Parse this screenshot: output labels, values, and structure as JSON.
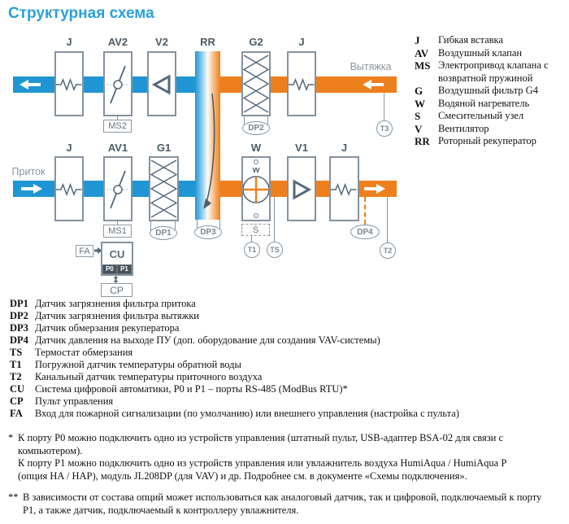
{
  "title": "Структурная схема",
  "colors": {
    "title_blue": "#2aa0da",
    "supply_duct_blue": "#1f96d3",
    "exhaust_duct_orange": "#ee7f1d",
    "box_outline_gray": "#8492a0",
    "symbol_slate": "#53687a",
    "text_black": "#111111"
  },
  "diagram": {
    "top": {
      "j_left": "J",
      "av2": "AV2",
      "v2": "V2",
      "rr": "RR",
      "g2": "G2",
      "j_right": "J",
      "flow": "Вытяжка",
      "ms2": "MS2",
      "dp2": "DP2",
      "t3": "T3"
    },
    "bottom": {
      "flow": "Приток",
      "j_left": "J",
      "av1": "AV1",
      "g1": "G1",
      "w": "W",
      "w_small": "w",
      "v1": "V1",
      "j_right": "J",
      "ms1": "MS1",
      "dp1": "DP1",
      "dp3": "DP3",
      "dp4": "DP4",
      "s": "S",
      "t1": "T1",
      "ts": "TS",
      "t2": "T2"
    },
    "control": {
      "fa": "FA",
      "cu": "CU",
      "p0": "P0",
      "p1": "P1",
      "cp": "CP"
    }
  },
  "legend": {
    "items": [
      {
        "key": "J",
        "text": "Гибкая вставка"
      },
      {
        "key": "AV",
        "text": "Воздушный клапан"
      },
      {
        "key": "MS",
        "text": "Электропривод клапана с возвратной пружиной"
      },
      {
        "key": "G",
        "text": "Воздушный фильтр G4"
      },
      {
        "key": "W",
        "text": "Водяной нагреватель"
      },
      {
        "key": "S",
        "text": "Смесительный узел"
      },
      {
        "key": "V",
        "text": "Вентилятор"
      },
      {
        "key": "RR",
        "text": "Роторный рекуператор"
      }
    ]
  },
  "notes": {
    "items": [
      {
        "key": "DP1",
        "text": "Датчик загрязнения фильтра притока"
      },
      {
        "key": "DP2",
        "text": "Датчик загрязнения фильтра вытяжки"
      },
      {
        "key": "DP3",
        "text": "Датчик обмерзания рекуператора"
      },
      {
        "key": "DP4",
        "text": "Датчик давления на выходе ПУ (доп. оборудование для создания VAV-системы)"
      },
      {
        "key": "TS",
        "text": "Термостат обмерзания"
      },
      {
        "key": "T1",
        "text": "Погружной датчик температуры обратной воды"
      },
      {
        "key": "T2",
        "text": "Канальный датчик температуры приточного воздуха"
      },
      {
        "key": "CU",
        "text": "Система цифровой автоматики, P0 и P1 – порты RS-485 (ModBus RTU)*"
      },
      {
        "key": "CP",
        "text": "Пульт управления"
      },
      {
        "key": "FA",
        "text": "Вход для пожарной сигнализации (по умолчанию) или внешнего управления (настройка с пульта)"
      }
    ]
  },
  "footnotes": {
    "f1": {
      "marker": "*",
      "p1": "К порту P0 можно подключить одно из устройств управления (штатный пульт, USB-адаптер BSA-02 для связи с компьютером).",
      "p2": "К порту P1 можно подключить одно из устройств управления или увлажнитель воздуха HumiAqua / HumiAqua P (опция HA / HAP), модуль JL208DP (для VAV) и др. Подробнее см. в документе «Схемы подключения»."
    },
    "f2": {
      "marker": "**",
      "text": "В зависимости от состава опций может использоваться как аналоговый датчик, так и цифровой, подключаемый к порту P1, а также датчик, подключаемый к контроллеру увлажнителя."
    }
  }
}
